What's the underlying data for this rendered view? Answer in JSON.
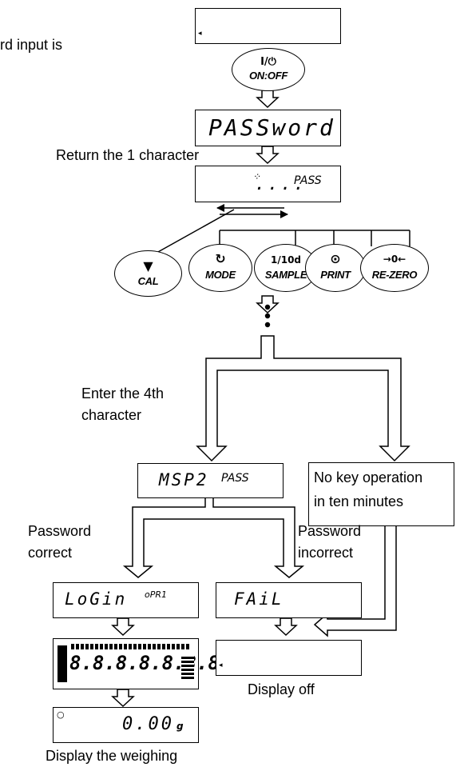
{
  "labels": {
    "intro": "rd input is",
    "return_char": "Return the 1 character",
    "enter_4th_line1": "Enter the 4th",
    "enter_4th_line2": "character",
    "pw_correct_line1": "Password",
    "pw_correct_line2": "correct",
    "pw_incorrect_line1": "Password",
    "pw_incorrect_line2": "incorrect",
    "display_off": "Display off",
    "display_weighing": "Display the weighing"
  },
  "no_key_box": {
    "line1": "No key operation",
    "line2": "in ten minutes"
  },
  "keys": {
    "on_off": {
      "icon": "I/⏻",
      "label": "ON:OFF"
    },
    "cal": {
      "icon": "▼",
      "label": "CAL"
    },
    "mode": {
      "icon": "↻",
      "label": "MODE"
    },
    "sample": {
      "icon": "1/10d",
      "label": "SAMPLE"
    },
    "print": {
      "icon": "⊙",
      "label": "PRINT"
    },
    "rezero": {
      "icon": "→0←",
      "label": "RE-ZERO"
    }
  },
  "displays": {
    "password": "PASSword",
    "pass_entry_main": "....",
    "pass_entry_tag": "PASS",
    "entered_main": "MSP2",
    "entered_tag": "PASS",
    "login_main": "LoGin",
    "login_tag": "oPR1",
    "fail": "FAiL",
    "weigh_value": "0.00",
    "weigh_unit": "g",
    "allseg": "8.8.8.8.8.8.8"
  },
  "icons": {
    "blink": "blink-icon",
    "stable_dot": "stable-mark-icon",
    "off_marker": "off-marker-icon"
  }
}
